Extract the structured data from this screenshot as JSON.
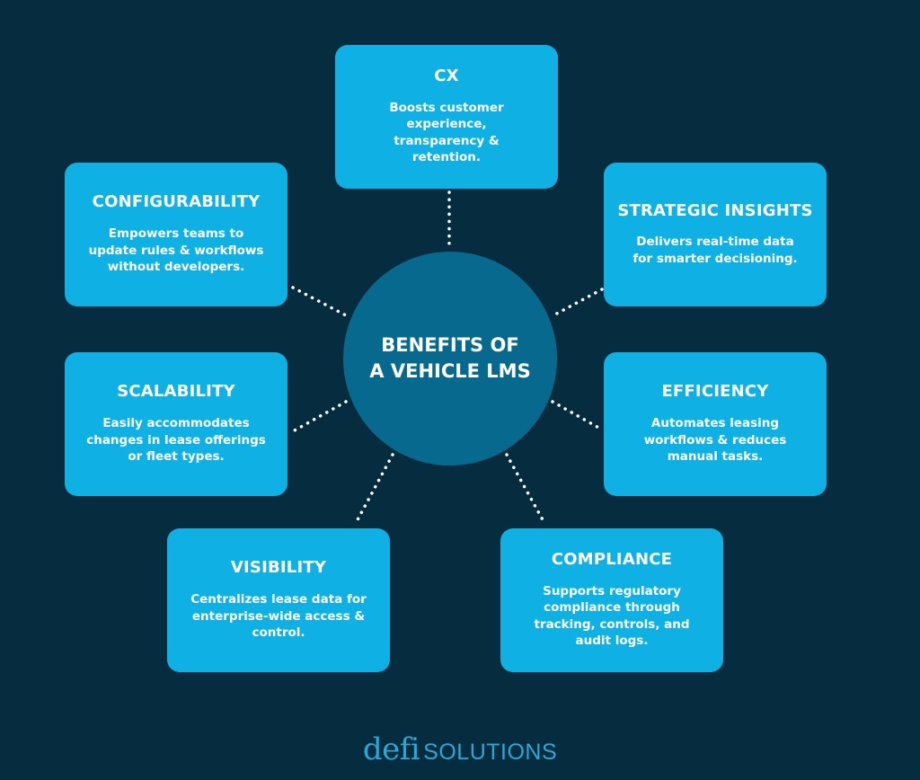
{
  "center": {
    "title_line1": "BENEFITS OF",
    "title_line2": "A VEHICLE LMS"
  },
  "benefits": [
    {
      "title": "CX",
      "text": "Boosts customer experience, transparency & retention."
    },
    {
      "title": "STRATEGIC INSIGHTS",
      "text": "Delivers real-time data for smarter decisioning."
    },
    {
      "title": "EFFICIENCY",
      "text": "Automates leasing workflows & reduces manual tasks."
    },
    {
      "title": "COMPLIANCE",
      "text": "Supports regulatory compliance through tracking, controls, and audit logs."
    },
    {
      "title": "VISIBILITY",
      "text": "Centralizes lease data for enterprise-wide access & control."
    },
    {
      "title": "SCALABILITY",
      "text": "Easily accommodates changes in lease offerings or fleet types."
    },
    {
      "title": "CONFIGURABILITY",
      "text": "Empowers teams to update rules & workflows without developers."
    }
  ],
  "logo": {
    "word1": "defi",
    "word2": "SOLUTIONS"
  },
  "colors": {
    "background": "#052d3f",
    "card": "#0fb1e5",
    "hub": "#08698f",
    "connector": "#ffffff",
    "logo": "#2aa8d8"
  }
}
